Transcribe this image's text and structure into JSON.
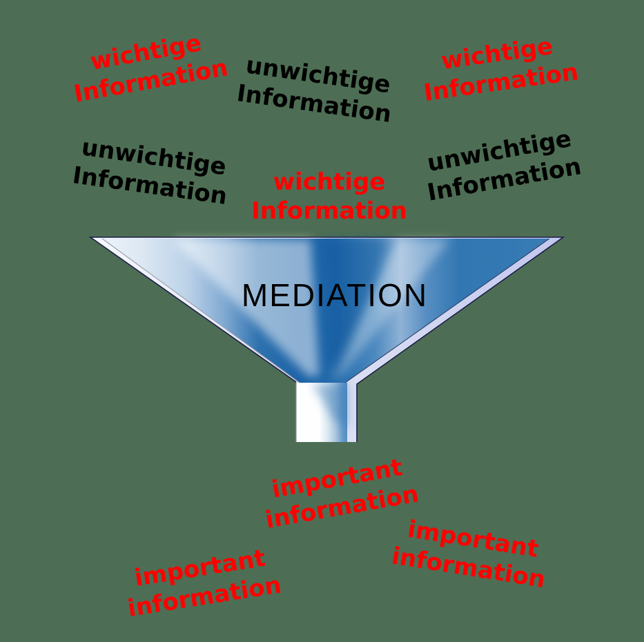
{
  "funnel": {
    "label": "MEDIATION"
  },
  "labels": {
    "top_left": {
      "text": "wichtige\nInformation",
      "color": "#ff0000"
    },
    "top_center": {
      "text": "unwichtige\nInformation",
      "color": "#000000"
    },
    "top_right": {
      "text": "wichtige\nInformation",
      "color": "#ff0000"
    },
    "mid_left": {
      "text": "unwichtige\nInformation",
      "color": "#000000"
    },
    "mid_center": {
      "text": "wichtige\nInformation",
      "color": "#ff0000"
    },
    "mid_right": {
      "text": "unwichtige\nInformation",
      "color": "#000000"
    },
    "bottom_center": {
      "text": "important\ninformation",
      "color": "#ff0000"
    },
    "bottom_left": {
      "text": "important\ninformation",
      "color": "#ff0000"
    },
    "bottom_right": {
      "text": "important\ninformation",
      "color": "#ff0000"
    }
  },
  "colors": {
    "important_text_red": "#ff0000",
    "unimportant_text_black": "#000000",
    "funnel_dark_blue": "#1b62a7",
    "funnel_mid_blue": "#3579b3",
    "funnel_light_blue": "#cfe0ef",
    "funnel_rim_lavender": "#c2c7ee",
    "funnel_rim_white": "#f5f8fc",
    "background_green": "#4d6e54"
  }
}
